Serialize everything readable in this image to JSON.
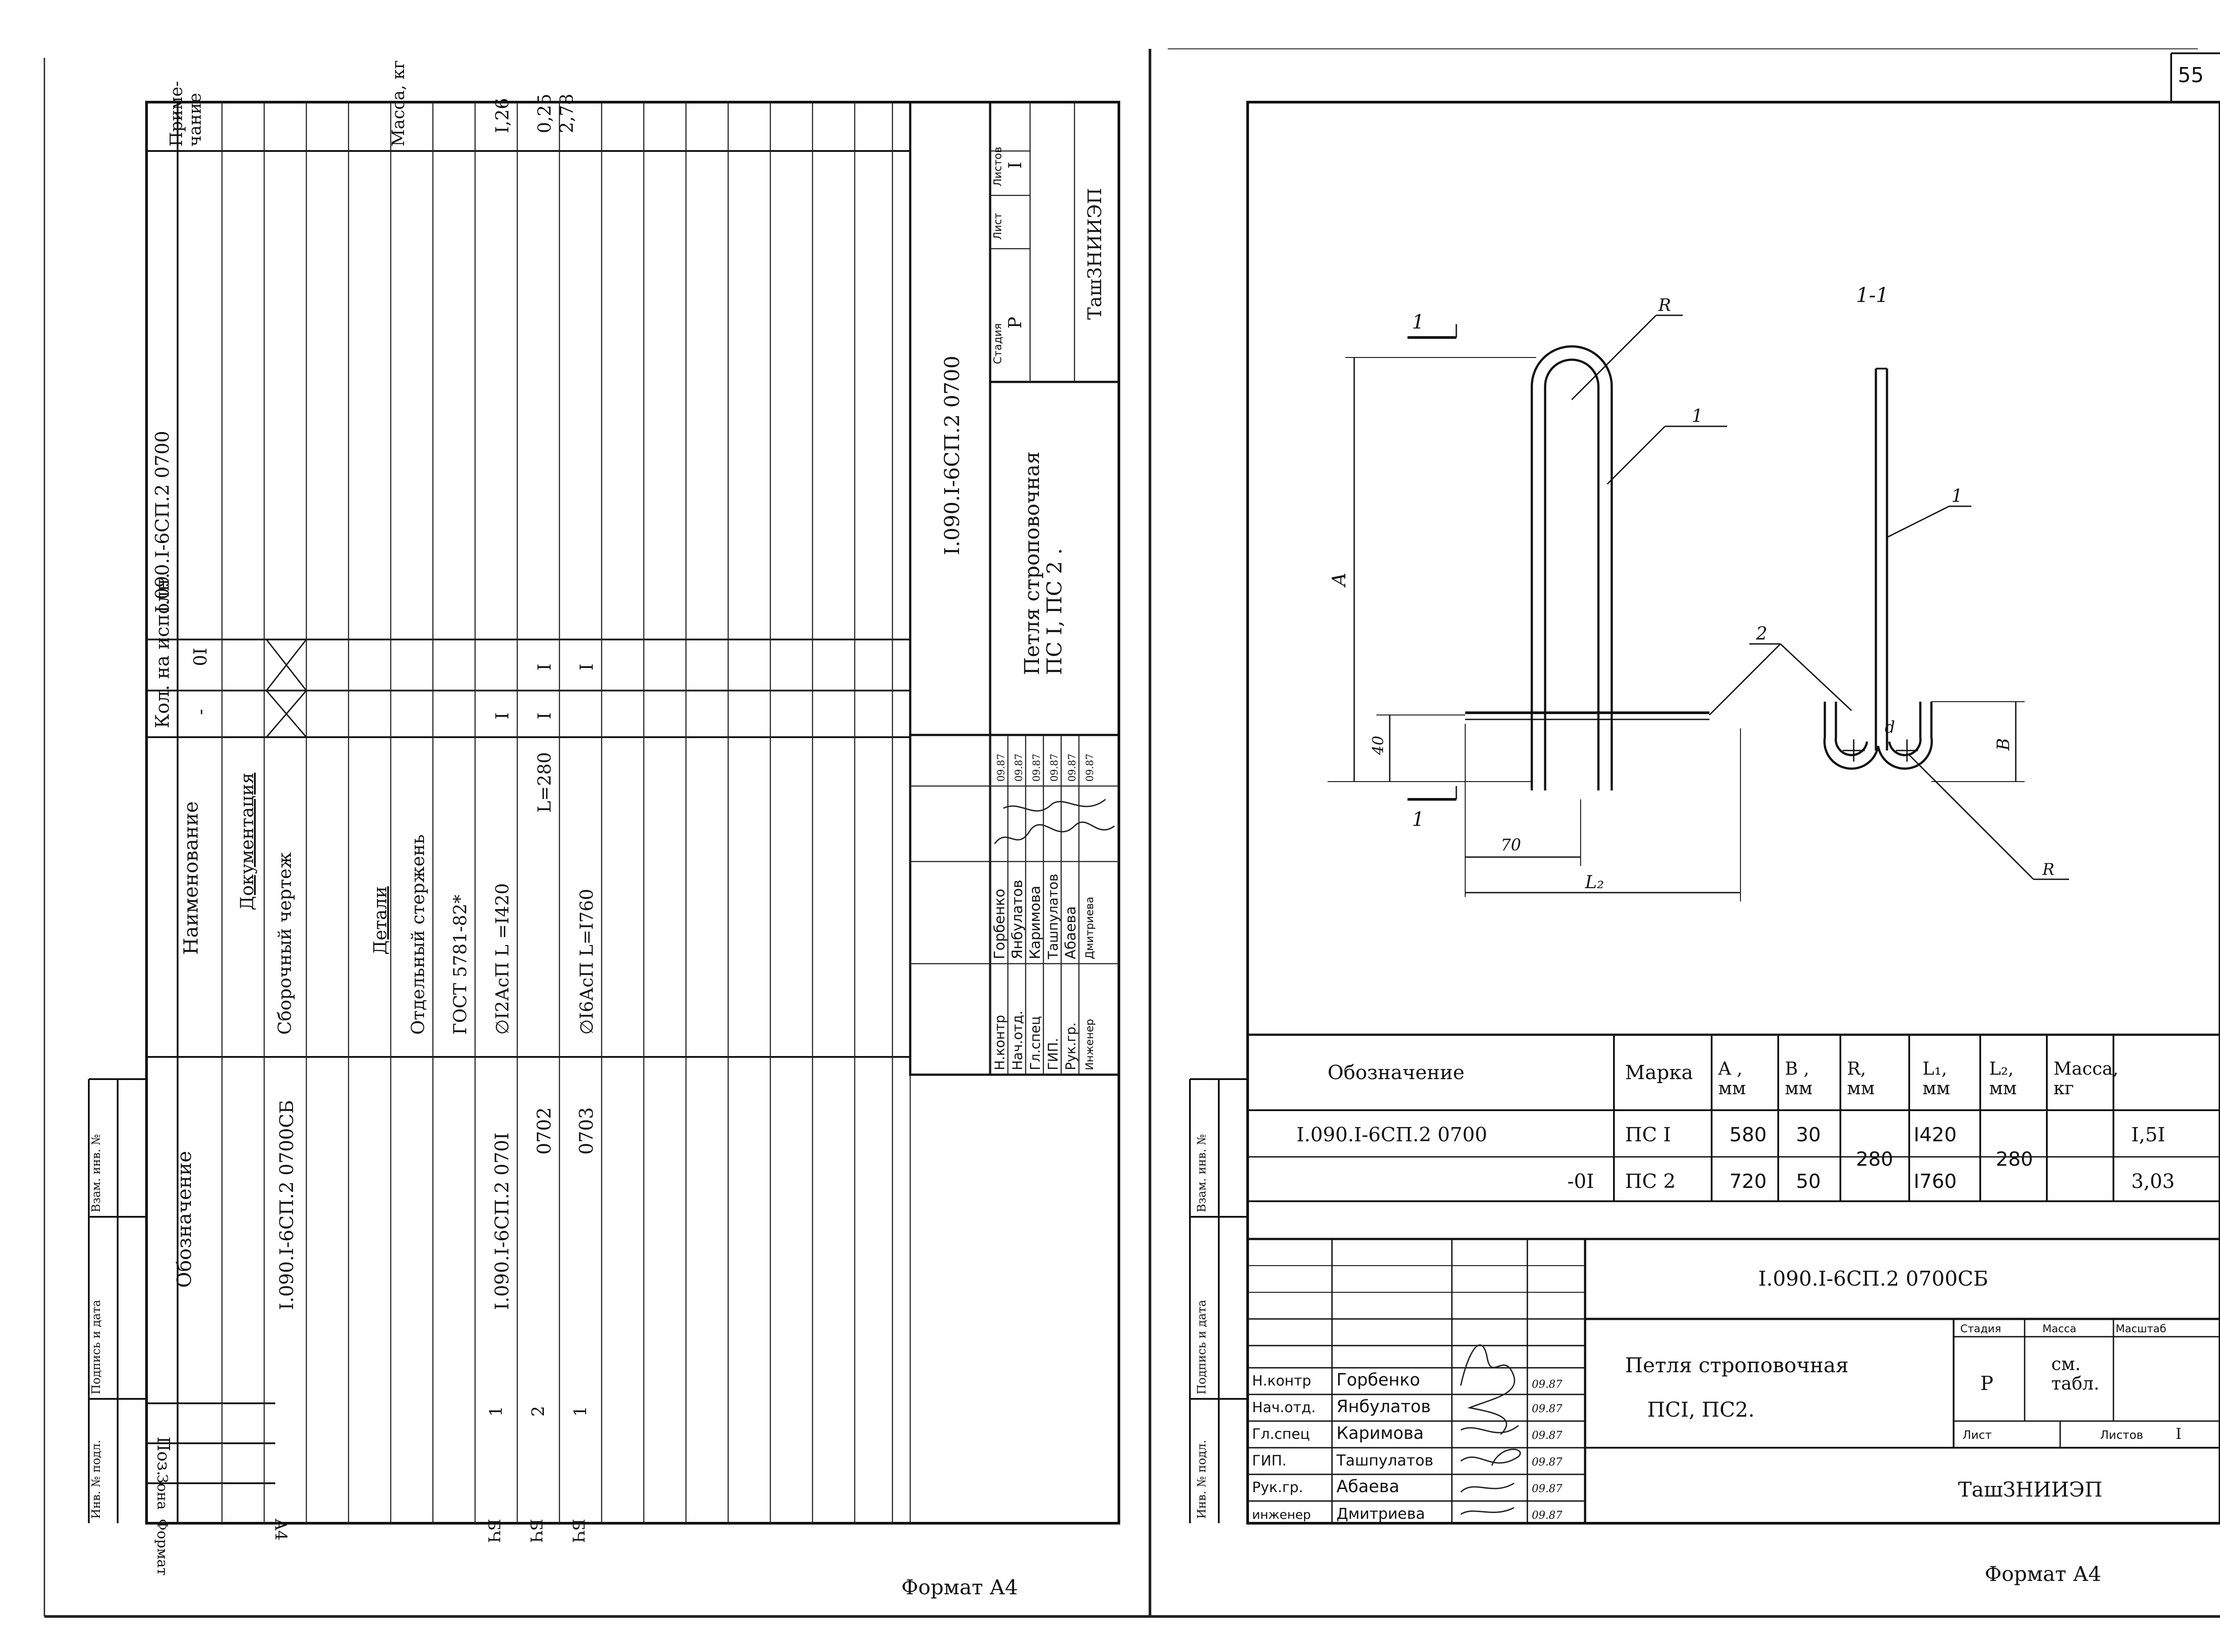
{
  "page_number": "55",
  "left_sheet": {
    "spec_headers": {
      "format": "Формат",
      "zone": "Зона",
      "pos": "Поз.",
      "oboznachenie": "Обозначение",
      "naimenovanie": "Наименование",
      "kol": "Кол. на исполн.",
      "kol_doc": "I.090.I-6СП.2 0700",
      "kol_dash": "-",
      "kol_01": "0I",
      "prim": "Приме-\nчание"
    },
    "rows": [
      {
        "format": "A4",
        "pos": "",
        "oboz": "I.090.I-6СП.2 0700СБ",
        "naim": "Сборочный чертеж",
        "q1": "",
        "q2": "",
        "prim": ""
      },
      {
        "format": "",
        "pos": "",
        "oboz": "",
        "naim": "Детали",
        "q1": "",
        "q2": "",
        "prim": "Масса, кг"
      },
      {
        "format": "",
        "pos": "",
        "oboz": "",
        "naim": "Отдельный стержень",
        "q1": "",
        "q2": "",
        "prim": ""
      },
      {
        "format": "",
        "pos": "",
        "oboz": "",
        "naim": "ГОСТ 5781-82*",
        "q1": "",
        "q2": "",
        "prim": ""
      },
      {
        "format": "БЧ",
        "pos": "1",
        "oboz": "I.090.I-6СП.2 070I",
        "naim": "∅I2АсП L =I420",
        "q1": "I",
        "q2": "",
        "prim": "I,26"
      },
      {
        "format": "БЧ",
        "pos": "2",
        "oboz": "0702",
        "naim": "L=280",
        "q1": "I",
        "q2": "I",
        "prim": "0,25"
      },
      {
        "format": "БЧ",
        "pos": "1",
        "oboz": "0703",
        "naim": "∅I6АсП L=I760",
        "q1": "",
        "q2": "I",
        "prim": "2,78"
      }
    ],
    "section_doc": "Документация",
    "title_block": {
      "doc_number": "I.090.I-6СП.2 0700",
      "title": "Петля строповочная\nПС I, ПС 2 .",
      "stage_label": "Стадия",
      "sheet_label": "Лист",
      "sheets_label": "Листов",
      "stage": "Р",
      "sheets": "I",
      "org": "ТашЗНИИЭП",
      "roles": [
        "Н.контр",
        "Нач.отд.",
        "Гл.спец",
        "ГИП.",
        "Рук.гр.",
        "Инженер"
      ],
      "names": [
        "Горбенко",
        "Янбулатов",
        "Каримова",
        "Ташпулатов",
        "Абаева",
        "Дмитриева"
      ],
      "dates": [
        "09.87",
        "09.87",
        "09.87",
        "09.87",
        "09.87",
        "09.87"
      ]
    },
    "side_stamp": [
      "Инв. № подл.",
      "Подпись и дата",
      "Взам. инв. №"
    ],
    "format_footer": "Формат А4"
  },
  "right_sheet": {
    "drawing_labels": {
      "section": "1-1",
      "cut_mark": "1",
      "R": "R",
      "pos1": "1",
      "pos2": "2",
      "A": "A",
      "B": "B",
      "d": "d",
      "dim40": "40",
      "dim70": "70",
      "L2": "L₂"
    },
    "table": {
      "headers": [
        "Обозначение",
        "Марка",
        "A ,\nмм",
        "B ,\nмм",
        "R,\nмм",
        "L₁,\nмм",
        "L₂,\nмм",
        "Масса,\nкг"
      ],
      "rows": [
        [
          "I.090.I-6СП.2  0700",
          "ПС I",
          "580",
          "30",
          "280",
          "I420",
          "280",
          "I,5I"
        ],
        [
          "-0I",
          "ПС 2",
          "720",
          "50",
          "",
          "I760",
          "",
          "3,03"
        ]
      ]
    },
    "title_block": {
      "doc_number": "I.090.I-6СП.2  0700СБ",
      "title_line1": "Петля строповочная",
      "title_line2": "ПСI,  ПС2.",
      "stage_label": "Стадия",
      "mass_label": "Масса",
      "scale_label": "Масштаб",
      "stage": "Р",
      "mass": "см.\nтабл.",
      "sheet_label": "Лист",
      "sheets_label": "Листов",
      "sheets": "I",
      "org": "ТашЗНИИЭП",
      "roles": [
        "Н.контр",
        "Нач.отд.",
        "Гл.спец",
        "ГИП.",
        "Рук.гр.",
        "инженер"
      ],
      "names": [
        "Горбенко",
        "Янбулатов",
        "Каримова",
        "Ташпулатов",
        "Абаева",
        "Дмитриева"
      ],
      "dates": [
        "09.87",
        "09.87",
        "09.87",
        "09.87",
        "09.87",
        "09.87"
      ]
    },
    "side_stamp": [
      "Инв. № подл.",
      "Подпись и дата",
      "Взам. инв. №"
    ],
    "format_footer": "Формат А4"
  }
}
